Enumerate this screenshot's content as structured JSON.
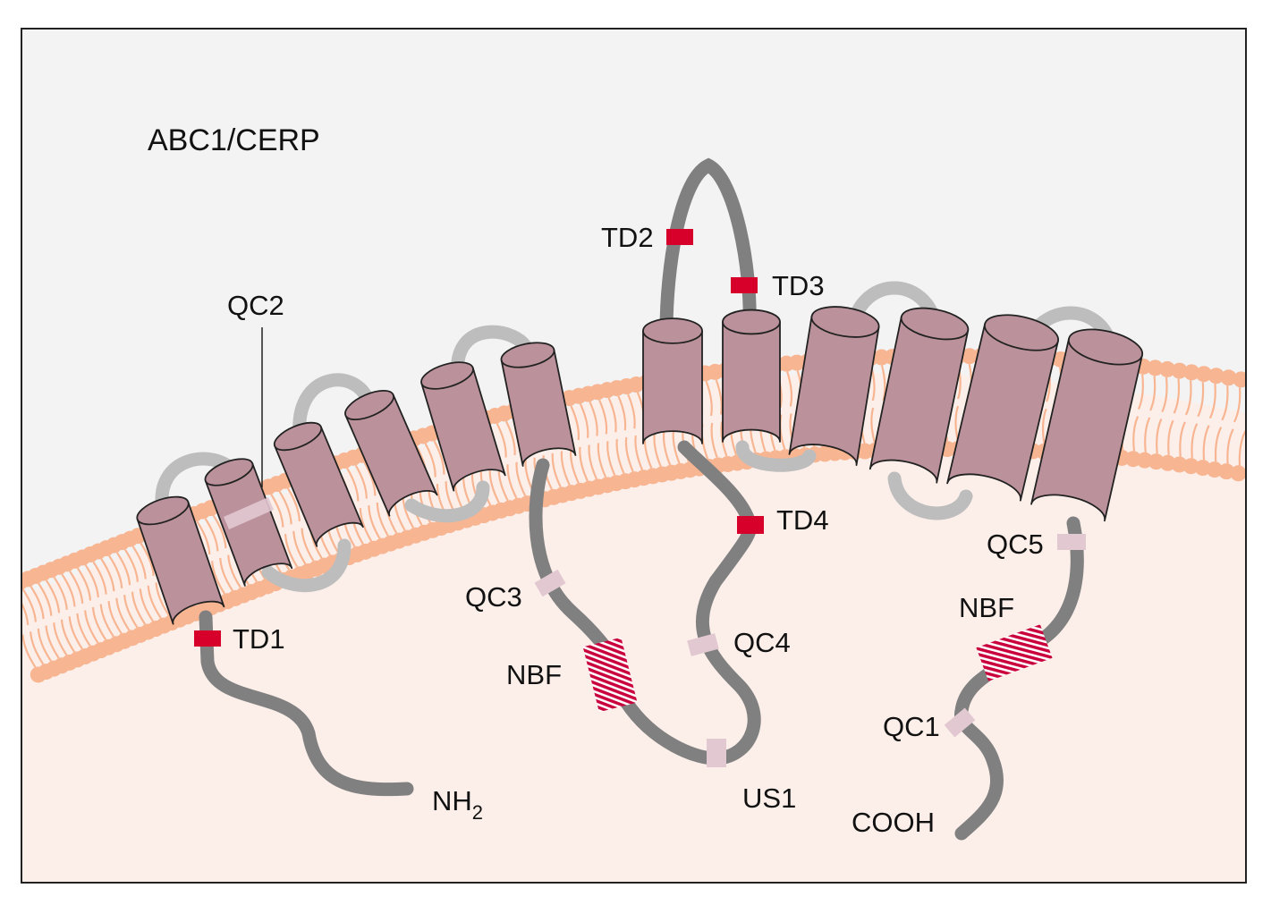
{
  "title": "ABC1/CERP",
  "labels": {
    "qc1": "QC1",
    "qc2": "QC2",
    "qc3": "QC3",
    "qc4": "QC4",
    "qc5": "QC5",
    "td1": "TD1",
    "td2": "TD2",
    "td3": "TD3",
    "td4": "TD4",
    "nbf1": "NBF",
    "nbf2": "NBF",
    "us1": "US1",
    "nh": "NH",
    "nh_sub": "2",
    "cooh": "COOH"
  },
  "helix_count": 12,
  "colors": {
    "extracellular": "#f3f3f3",
    "cytoplasm": "#fcefea",
    "membrane": "#f7b592",
    "helix_fill": "#bb929b",
    "helix_stroke": "#222222",
    "loop_outer": "#bdbdbd",
    "chain": "#808080",
    "td_marker": "#d6002a",
    "qc_marker": "#e2c8d1",
    "nbf": "#c9003c"
  }
}
